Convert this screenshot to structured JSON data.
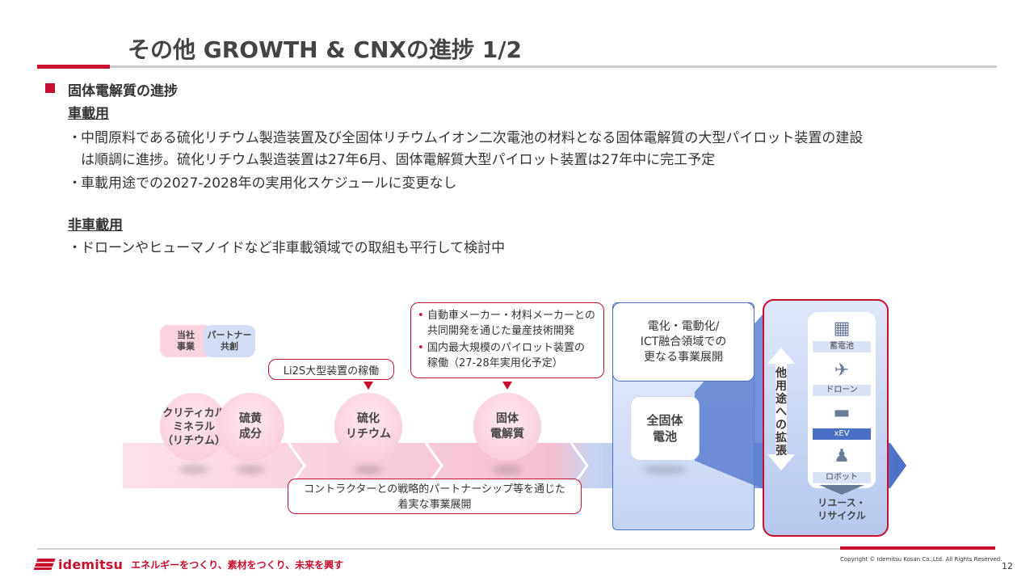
{
  "slide": {
    "title": "その他 GROWTH & CNXの進捗 1/2",
    "page_number": "12",
    "copyright": "Copyright © Idemitsu Kosan Co.,Ltd.  All Rights Reserved.",
    "logo": {
      "wordmark": "idemitsu",
      "tagline": "エネルギーをつくり、素材をつくり、未来を興す"
    }
  },
  "section": {
    "heading": "固体電解質の進捗",
    "automotive": {
      "heading": "車載用",
      "bullets": [
        {
          "line1": "中間原料である硫化リチウム製造装置及び全固体リチウムイオン二次電池の材料となる固体電解質の大型パイロット装置の建設",
          "line2": "は順調に進捗。硫化リチウム製造装置は27年6月、固体電解質大型パイロット装置は27年中に完工予定"
        },
        {
          "line1": "車載用途での2027-2028年の実用化スケジュールに変更なし"
        }
      ]
    },
    "non_automotive": {
      "heading": "非車載用",
      "bullets": [
        {
          "line1": "ドローンやヒューマノイドなど非車載領域での取組も平行して検討中"
        }
      ]
    },
    "bullet_marker": "・"
  },
  "diagram": {
    "legend": [
      {
        "label": "当社\n事業"
      },
      {
        "label": "パートナー\n共創"
      }
    ],
    "callouts": {
      "li2s": "Li2S大型装置の稼働",
      "dev": [
        "自動車メーカー・材料メーカーとの\n共同開発を通じた量産技術開発",
        "国内最大規模のパイロット装置の\n稼働（27-28年実用化予定）"
      ],
      "contractor": "コントラクターとの戦略的パートナーシップ等を通じた\n着実な事業展開",
      "ict": "電化・電動化/\nICT融合領域での\n更なる事業展開"
    },
    "stages": [
      {
        "label": "クリティカル\nミネラル\n（リチウム）"
      },
      {
        "label": "硫黄\n成分"
      },
      {
        "label": "硫化\nリチウム"
      },
      {
        "label": "固体\n電解質"
      },
      {
        "label": "全固体\n電池"
      }
    ],
    "expansion_label": "他\n用\n途\nへ\nの\n拡\n張",
    "applications": [
      {
        "label": "蓄電池",
        "icon": "battery-storage-icon"
      },
      {
        "label": "ドローン",
        "icon": "drone-icon"
      },
      {
        "label": "xEV",
        "icon": "car-icon"
      },
      {
        "label": "ロボット",
        "icon": "robot-icon"
      }
    ],
    "reuse": "リユース・\nリサイクル",
    "colors": {
      "accent": "#c8102e",
      "blue": "#4a6fc4",
      "pink": "#f7c6d4"
    }
  }
}
